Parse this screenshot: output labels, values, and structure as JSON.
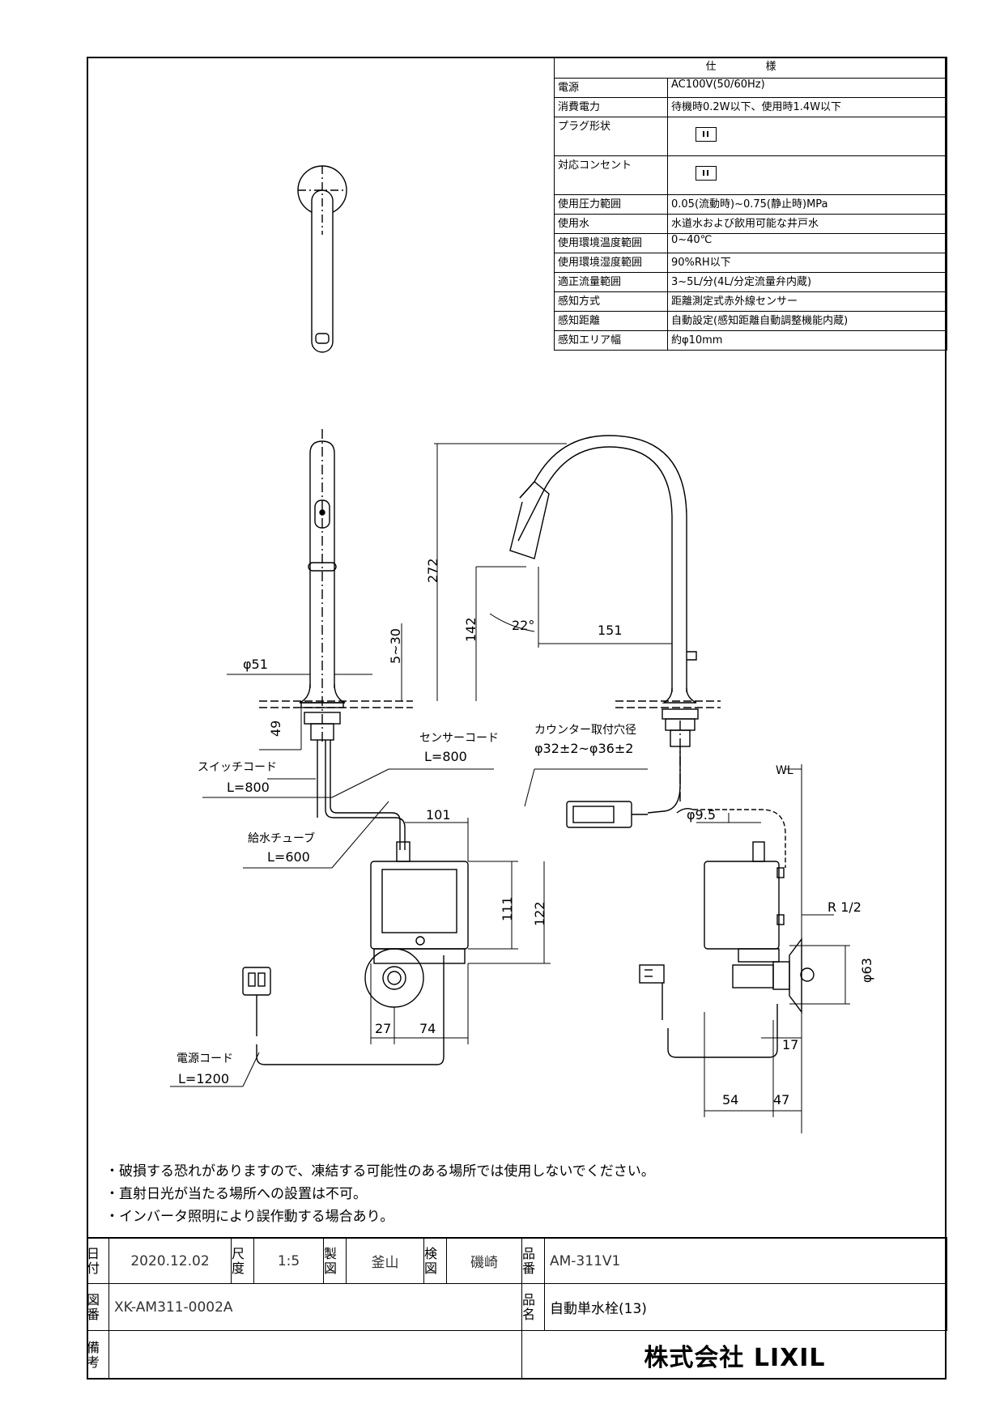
{
  "spec": {
    "header": "仕　様",
    "rows": [
      {
        "label": "電源",
        "value": "AC100V(50/60Hz)"
      },
      {
        "label": "消費電力",
        "value": "待機時0.2W以下、使用時1.4W以下"
      },
      {
        "label": "プラグ形状",
        "value": ""
      },
      {
        "label": "対応コンセント",
        "value": ""
      },
      {
        "label": "使用圧力範囲",
        "value": "0.05(流動時)~0.75(静止時)MPa"
      },
      {
        "label": "使用水",
        "value": "水道水および飲用可能な井戸水"
      },
      {
        "label": "使用環境温度範囲",
        "value": "0~40℃"
      },
      {
        "label": "使用環境湿度範囲",
        "value": "90%RH以下"
      },
      {
        "label": "適正流量範囲",
        "value": "3~5L/分(4L/分定流量弁内蔵)"
      },
      {
        "label": "感知方式",
        "value": "距離測定式赤外線センサー"
      },
      {
        "label": "感知距離",
        "value": "自動設定(感知距離自動調整機能内蔵)"
      },
      {
        "label": "感知エリア幅",
        "value": "約φ10mm"
      }
    ]
  },
  "drawing": {
    "dim_d51": "φ51",
    "dim_5_30": "5~30",
    "dim_272": "272",
    "dim_142": "142",
    "dim_22deg": "22°",
    "dim_151": "151",
    "dim_49": "49",
    "sensor_cord": "センサーコード",
    "sensor_cord_len": "L=800",
    "counter_hole": "カウンター取付穴径",
    "counter_hole_dim": "φ32±2~φ36±2",
    "switch_cord": "スイッチコード",
    "switch_cord_len": "L=800",
    "supply_tube": "給水チューブ",
    "supply_tube_len": "L=600",
    "dim_101": "101",
    "dim_111": "111",
    "dim_122": "122",
    "dim_27": "27",
    "dim_74": "74",
    "power_cord": "電源コード",
    "power_cord_len": "L=1200",
    "wl": "WL",
    "dim_d9_5": "φ9.5",
    "r_half": "R 1/2",
    "dim_d63": "φ63",
    "dim_17": "17",
    "dim_54": "54",
    "dim_47": "47"
  },
  "notes": [
    "・破損する恐れがありますので、凍結する可能性のある場所では使用しないでください。",
    "・直射日光が当たる場所への設置は不可。",
    "・インバータ照明により誤作動する場合あり。"
  ],
  "title_block": {
    "date_label": "日付",
    "date": "2020.12.02",
    "scale_label": "尺度",
    "scale": "1:5",
    "drawn_label": "製図",
    "drawn": "釜山",
    "checked_label": "検図",
    "checked": "磯崎",
    "part_no_label": "品番",
    "part_no": "AM-311V1",
    "drawing_no_label": "図番",
    "drawing_no": "XK-AM311-0002A",
    "product_name_label": "品名",
    "product_name": "自動単水栓(13)",
    "remarks_label": "備考",
    "company": "株式会社 LIXIL"
  }
}
